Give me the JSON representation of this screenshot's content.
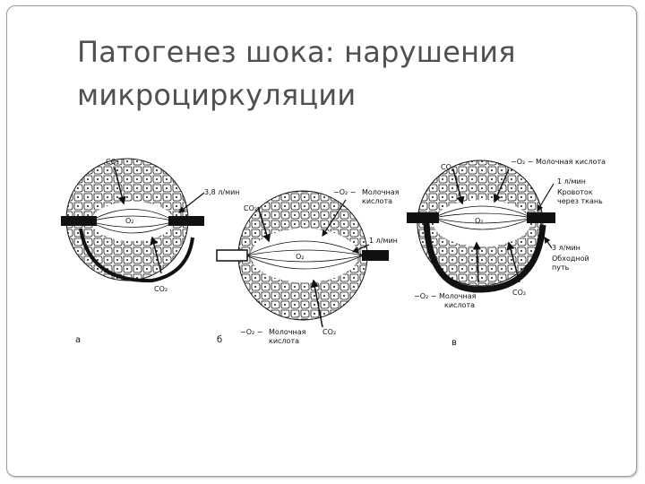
{
  "slide": {
    "title_line1": "Патогенез шока: нарушения",
    "title_line2": "микроциркуляции"
  },
  "figure": {
    "panel_a": {
      "letter": "а",
      "co2_top": "CO₂",
      "o2_center": "O₂",
      "flow": "3,8 л/мин",
      "co2_bottom": "CO₂"
    },
    "panel_b": {
      "letter": "б",
      "co2_top": "CO₂",
      "o2_lactic_top": "−O₂ −",
      "lactic_top_1": "Молочная",
      "lactic_top_2": "кислота",
      "o2_center": "O₂",
      "flow": "1 л/мин",
      "o2_lactic_bottom": "−O₂ −",
      "lactic_bottom_1": "Молочная",
      "lactic_bottom_2": "кислота",
      "co2_bottom": "CO₂"
    },
    "panel_c": {
      "letter": "в",
      "co2_top": "CO₂",
      "o2_lactic_top": "−O₂ − Молочная кислота",
      "o2_center": "O₂",
      "flow_1": "1 л/мин",
      "note_1a": "Кровоток",
      "note_1b": "через ткань",
      "flow_2": "3 л/мин",
      "note_2a": "Обходной",
      "note_2b": "путь",
      "o2_lactic_bottom": "−O₂ − Молочная",
      "lactic_bottom_2": "кислота",
      "co2_bottom": "CO₂"
    }
  }
}
